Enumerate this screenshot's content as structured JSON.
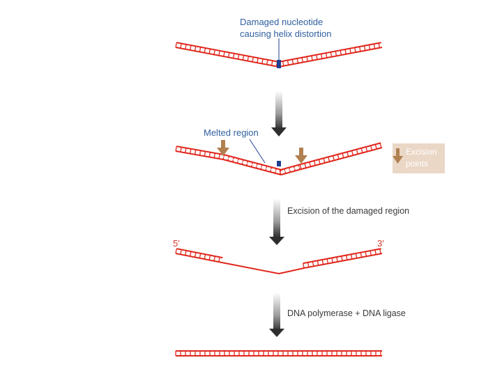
{
  "labels": {
    "damaged_line1": "Damaged nucleotide",
    "damaged_line2": "causing helix distortion",
    "melted": "Melted region",
    "excision_line1": "Excision",
    "excision_line2": "points",
    "step_excision": "Excision of the damaged region",
    "step_repair": "DNA polymerase + DNA ligase",
    "end5": "5′",
    "end3": "3′"
  },
  "colors": {
    "dna": "#e0261b",
    "damage": "#1f3f8f",
    "label_blue": "#2f5f9e",
    "excision_arrow": "#b08050",
    "legend_bg": "#ead7c6",
    "step_arrow": "#333333"
  },
  "icons": [
    "down-arrow-icon",
    "excision-arrow-icon"
  ]
}
